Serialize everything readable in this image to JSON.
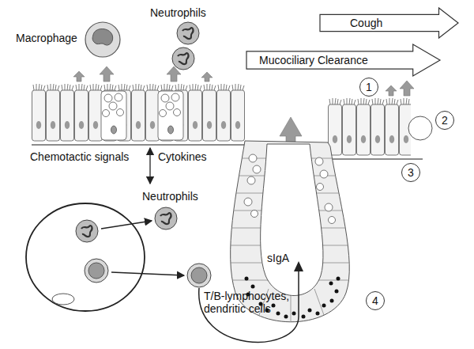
{
  "diagram": {
    "nodes": [
      {
        "text": [
          "Cough"
        ]
      },
      {
        "text": [
          "Mucociliary Clearance"
        ]
      }
    ],
    "labels": [
      "Macrophage",
      "Neutrophils",
      "1",
      "2",
      "Chemotactic signals",
      "Cytokines",
      "3",
      "Neutrophils",
      "T/B-lymphocytes, dendritic cells",
      "sIgA",
      "4"
    ]
  }
}
